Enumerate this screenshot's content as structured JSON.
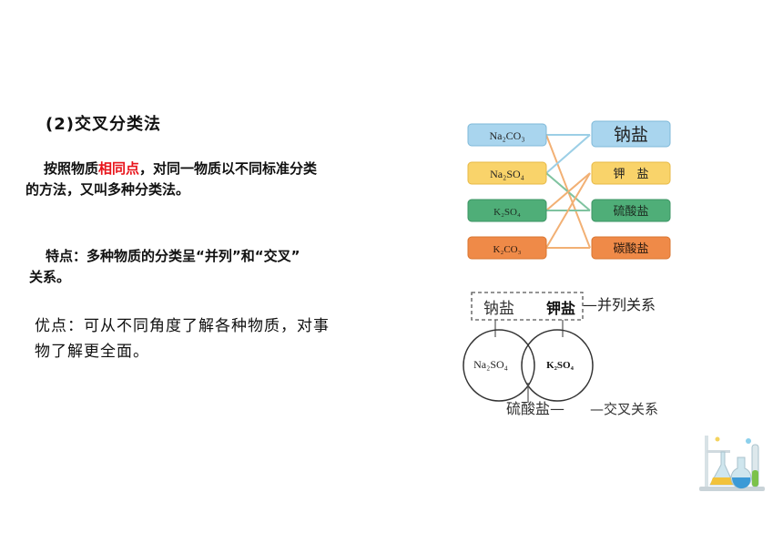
{
  "section": {
    "heading": "(2)交叉分类法",
    "definition": {
      "before": "按照物质",
      "highlight": "相同点",
      "after": "，对同一物质以不同标准分类",
      "line2": "的方法，又叫多种分类法。"
    },
    "feature": {
      "line1": "特点：多种物质的分类呈“并列”和“交叉”",
      "line2": "关系。"
    },
    "advantage": {
      "line1": "优点：可从不同角度了解各种物质，对事",
      "line2": "物了解更全面。"
    }
  },
  "matching": {
    "left": [
      "Na₂CO₃",
      "Na₂SO₄",
      "K₂SO₄",
      "K₂CO₃"
    ],
    "right": [
      "钠盐",
      "钾　盐",
      "硫酸盐",
      "碳酸盐"
    ],
    "colors": {
      "blue": "#a9d5ee",
      "yellow": "#f9d36a",
      "green": "#4fae78",
      "orange": "#ef8a48",
      "line_blue": "#9ccfe6",
      "line_orange": "#f2b074"
    }
  },
  "venn": {
    "box_left": "钠盐",
    "box_right": "钾盐",
    "parallel_label": "—并列关系",
    "circle_left": "Na₂SO₄",
    "circle_right": "K₂SO₄",
    "bottom_left": "硫酸盐—",
    "bottom_right": "—交叉关系"
  }
}
